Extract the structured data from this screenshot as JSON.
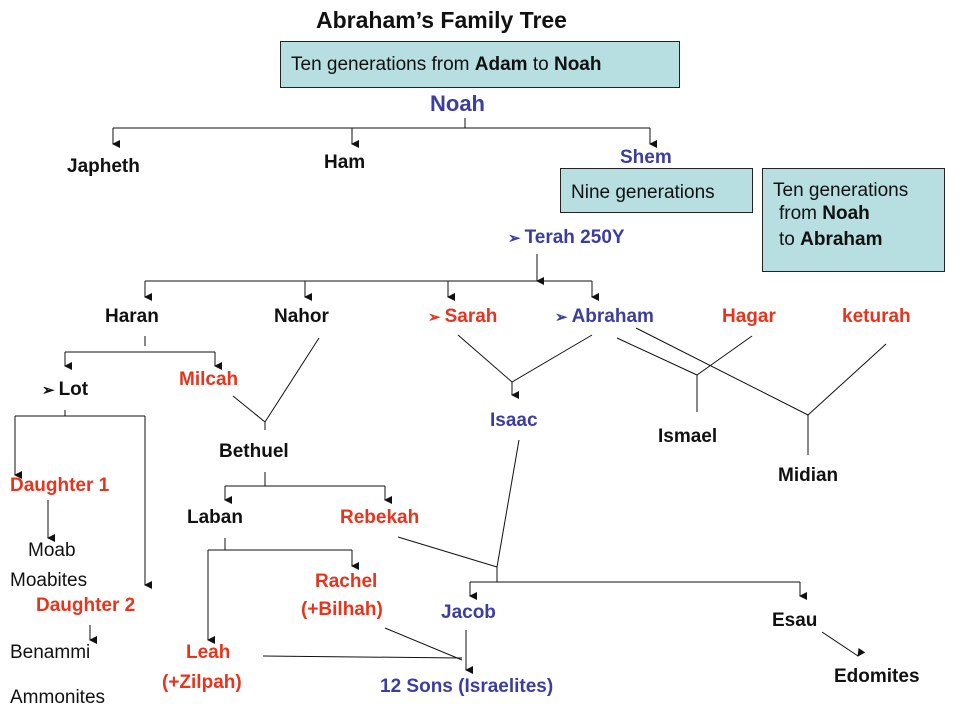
{
  "title": "Abraham’s Family Tree",
  "box_adam_noah": {
    "prefix": "Ten generations from ",
    "adam": "Adam",
    "to": " to ",
    "noah": "Noah"
  },
  "box_nine": "Nine generations",
  "box_noah_abraham": {
    "line1": "Ten generations",
    "line2_prefix": "from ",
    "line2_bold": "Noah",
    "line3_prefix": "to ",
    "line3_bold": "Abraham"
  },
  "bullet_icon": "arrow-bullet-icon",
  "bullet_glyph": "➢",
  "colors": {
    "black": "#111111",
    "red": "#e8341c",
    "blue": "#3b3ea0",
    "box": "#b7dee0"
  },
  "people": {
    "noah": "Noah",
    "japheth": "Japheth",
    "ham": "Ham",
    "shem": "Shem",
    "terah": "Terah 250Y",
    "haran": "Haran",
    "nahor": "Nahor",
    "sarah": "Sarah",
    "abraham": "Abraham",
    "hagar": "Hagar",
    "keturah": "keturah",
    "lot": "Lot",
    "milcah": "Milcah",
    "isaac": "Isaac",
    "ismael": "Ismael",
    "bethuel": "Bethuel",
    "midian": "Midian",
    "daughter1": "Daughter 1",
    "laban": "Laban",
    "rebekah": "Rebekah",
    "moab": "Moab",
    "moabites": "Moabites",
    "rachel": "Rachel",
    "bilhah": "(+Bilhah)",
    "daughter2": "Daughter 2",
    "jacob": "Jacob",
    "esau": "Esau",
    "benammi": "Benammi",
    "leah": "Leah",
    "zilpah": "(+Zilpah)",
    "twelve_sons": "12 Sons (Israelites)",
    "edomites": "Edomites",
    "ammonites": "Ammonites"
  }
}
